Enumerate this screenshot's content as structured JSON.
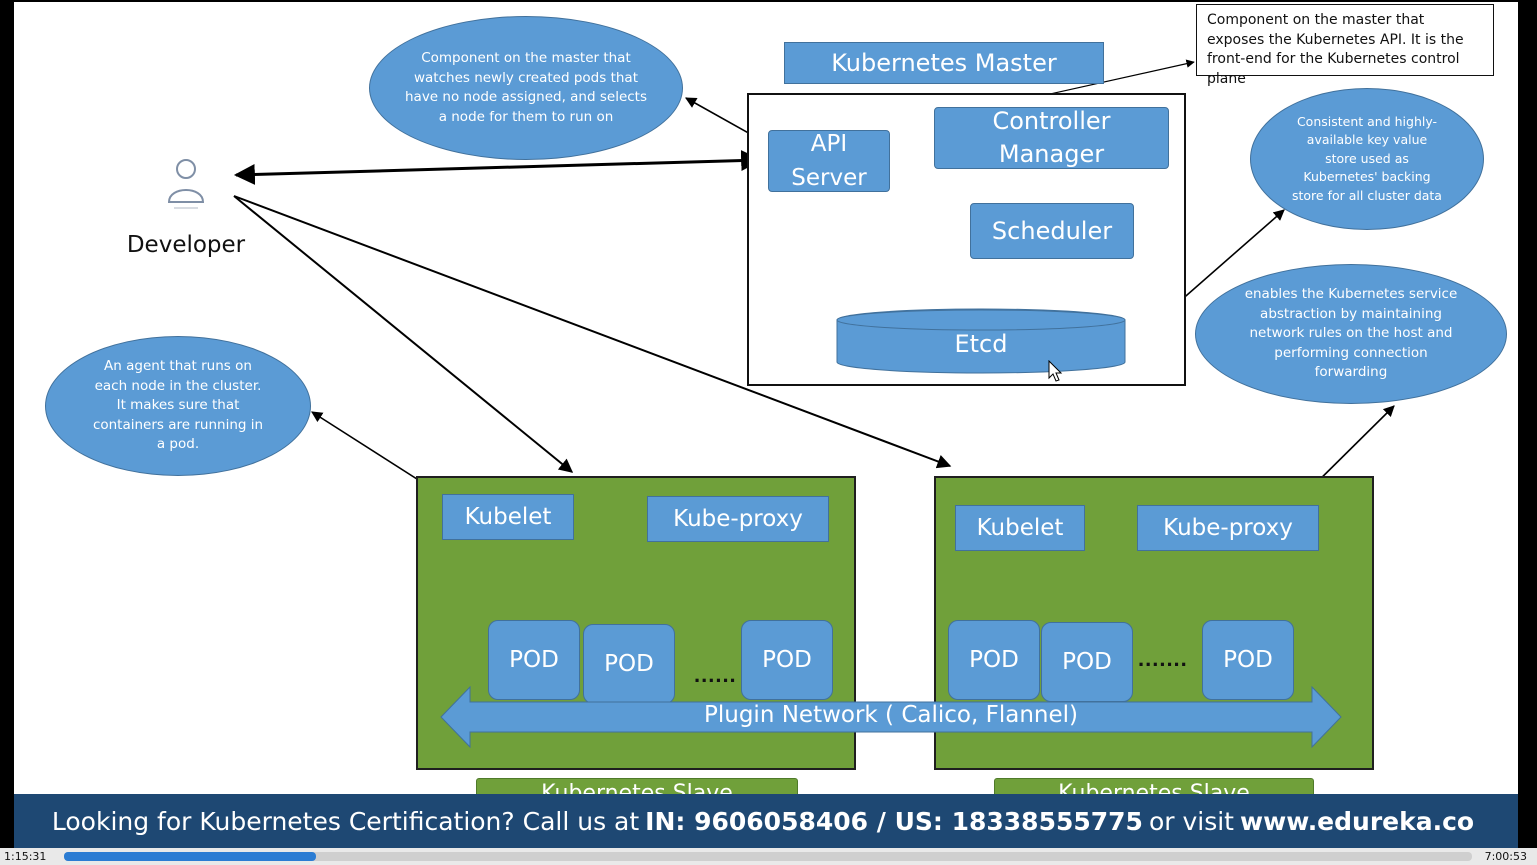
{
  "diagram": {
    "master_title": "Kubernetes Master",
    "api_server": "API Server",
    "controller_manager": "Controller Manager",
    "scheduler": "Scheduler",
    "etcd": "Etcd",
    "developer": "Developer",
    "notes": {
      "scheduler": "Component on the master that watches newly created pods that have no node assigned, and selects a node for them to run on",
      "api_server": "Component on the master that exposes the Kubernetes API. It is the front-end for the Kubernetes control plane",
      "etcd": "Consistent and highly-available key value store used as Kubernetes' backing store for all cluster data",
      "kube_proxy": "enables the Kubernetes service abstraction by maintaining network rules on the host and performing connection forwarding",
      "kubelet": "An agent that runs on each node in the cluster. It makes sure that containers are running in a pod."
    },
    "node1": {
      "kubelet": "Kubelet",
      "kube_proxy": "Kube-proxy",
      "pods": [
        "POD",
        "POD",
        "POD"
      ],
      "dots": "......"
    },
    "node2": {
      "kubelet": "Kubelet",
      "kube_proxy": "Kube-proxy",
      "pods": [
        "POD",
        "POD",
        "POD"
      ],
      "dots": "......."
    },
    "network": "Plugin Network ( Calico, Flannel)",
    "node_label_partial": "Kubernetes Slave"
  },
  "banner": {
    "prefix": "Looking for Kubernetes Certification? Call us at",
    "phones": "IN: 9606058406 / US: 18338555775",
    "mid": "or visit",
    "site": "www.edureka.co"
  },
  "player": {
    "current_time": "1:15:31",
    "total_time": "7:00:53",
    "progress_fraction": 0.179
  },
  "colors": {
    "blue": "#5b9bd5",
    "green": "#70a03a",
    "banner": "#1e4873",
    "progress": "#2b7cd3"
  }
}
